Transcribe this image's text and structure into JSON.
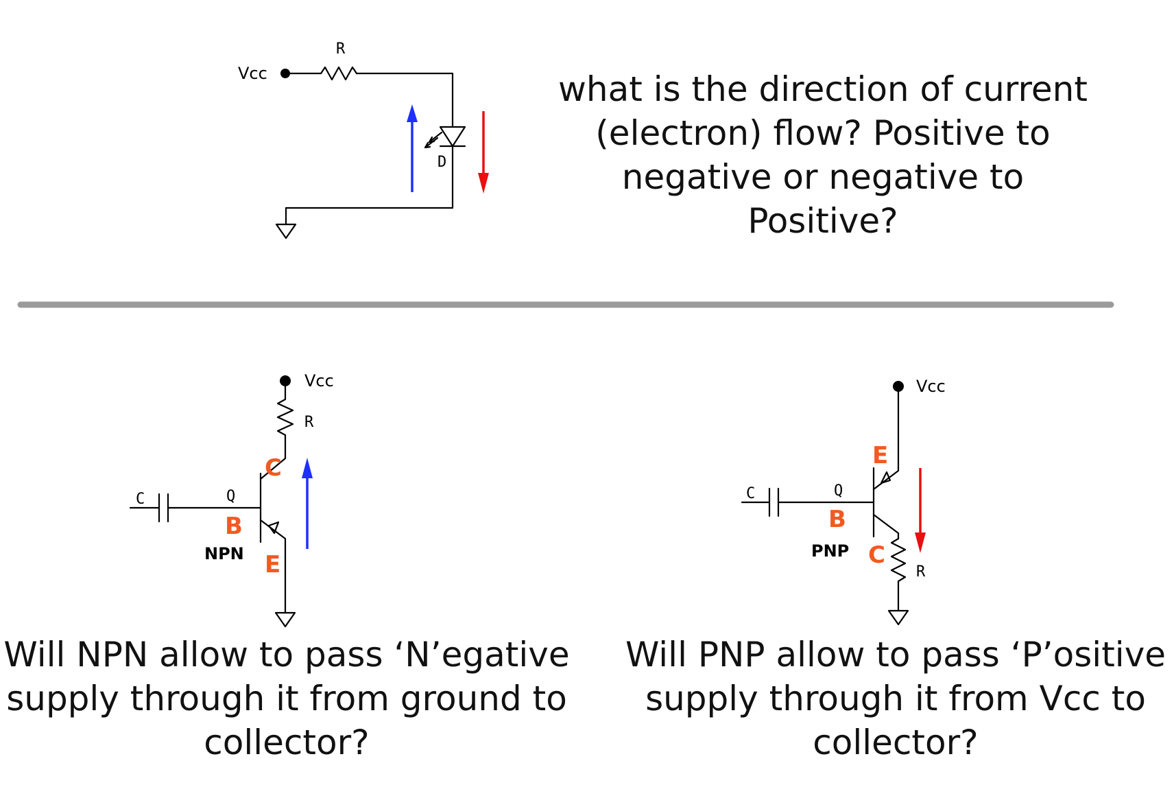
{
  "colors": {
    "pin_label": "#f15a22",
    "electron_flow_arrow": "#1f2fff",
    "conventional_flow_arrow": "#e81010",
    "divider": "#9b9b9b",
    "wire": "#000000"
  },
  "top_circuit": {
    "vcc_label": "Vcc",
    "resistor_label": "R",
    "diode_label": "D"
  },
  "top_question": "what is the direction of current\n(electron) flow? Positive to\nnegative or negative to\nPositive?",
  "npn_circuit": {
    "vcc_label": "Vcc",
    "resistor_label": "R",
    "capacitor_label": "C",
    "transistor_label": "Q",
    "type_label": "NPN",
    "base_pin": "B",
    "collector_pin": "C",
    "emitter_pin": "E"
  },
  "pnp_circuit": {
    "vcc_label": "Vcc",
    "resistor_label": "R",
    "capacitor_label": "C",
    "transistor_label": "Q",
    "type_label": "PNP",
    "base_pin": "B",
    "collector_pin": "C",
    "emitter_pin": "E"
  },
  "npn_question": "Will NPN allow to pass ‘N’egative\nsupply through it from ground to\ncollector?",
  "pnp_question": "Will PNP allow to pass ‘P’ositive\nsupply through it from Vcc to\ncollector?"
}
